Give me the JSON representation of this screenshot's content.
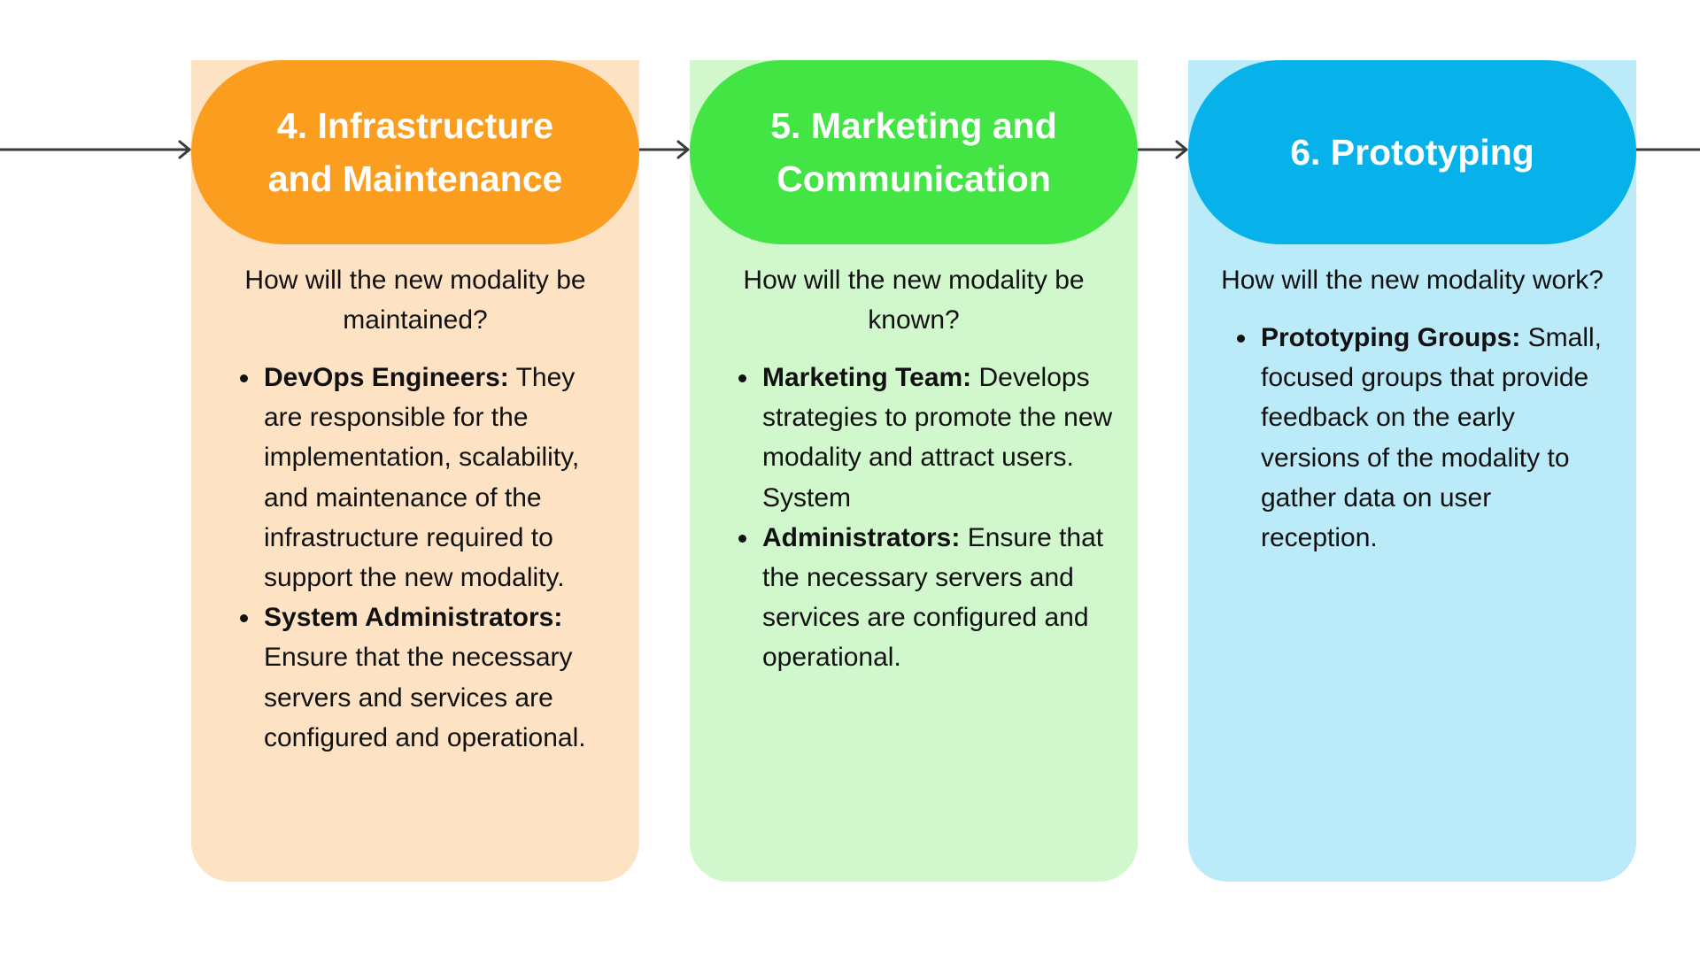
{
  "colors": {
    "connector": "#3a3a3a",
    "text": "#111111",
    "header_text": "#ffffff"
  },
  "stages": [
    {
      "title": "4. Infrastructure and Maintenance",
      "header_color": "#fb9d1e",
      "body_color": "#fde2c4",
      "question": "How will the new modality be maintained?",
      "points": [
        {
          "title": "DevOps Engineers:",
          "text": "They are responsible for the implementation, scalability, and maintenance of the infrastructure required to support the new modality."
        },
        {
          "title": "System Administrators:",
          "text": "Ensure that the necessary servers and services are configured and operational."
        }
      ]
    },
    {
      "title": "5. Marketing and Communication",
      "header_color": "#43e545",
      "body_color": "#d0f8cc",
      "question": "How will the new modality be known?",
      "points": [
        {
          "title": "Marketing Team:",
          "text": "Develops strategies to promote the new modality and attract users. System"
        },
        {
          "title": "Administrators:",
          "text": "Ensure that the necessary servers and services are configured and operational."
        }
      ]
    },
    {
      "title": "6. Prototyping",
      "header_color": "#06b2e9",
      "body_color": "#bbeaf8",
      "question": "How will the new modality work?",
      "points": [
        {
          "title": "Prototyping Groups:",
          "text": "Small, focused groups that provide feedback on the early versions of the modality to gather data on user reception."
        }
      ]
    }
  ]
}
